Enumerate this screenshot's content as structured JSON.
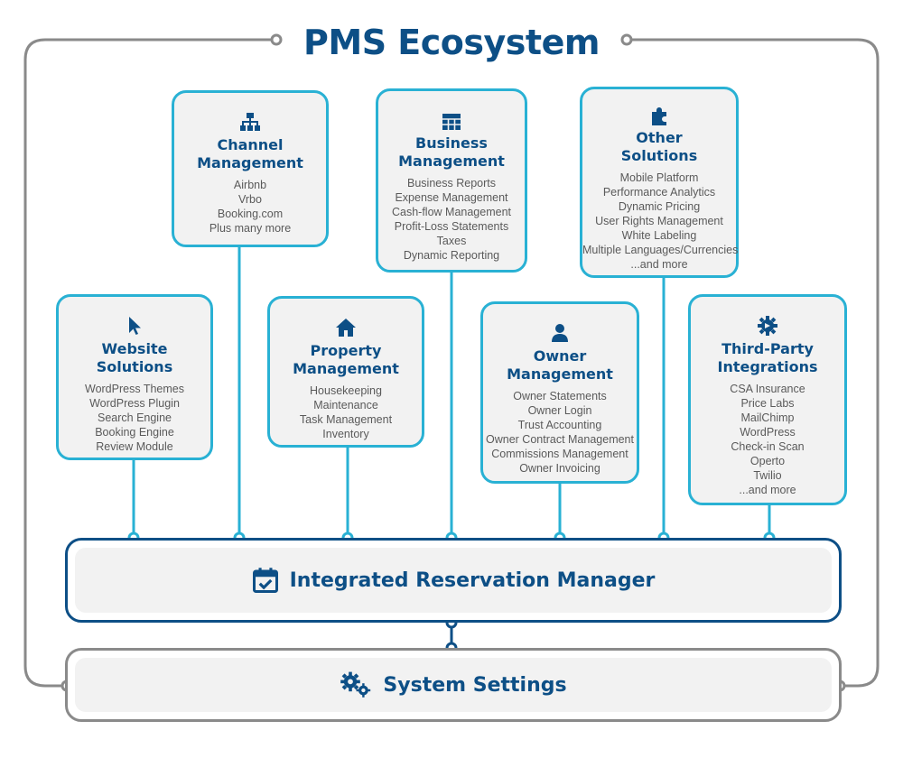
{
  "title": "PMS Ecosystem",
  "colors": {
    "navy": "#0d4f86",
    "cyan": "#29b1d4",
    "gray_outline": "#8a8a8a",
    "card_fill": "#f2f2f2",
    "item_text": "#5a5a5a"
  },
  "cards": {
    "website": {
      "title_line1": "Website",
      "title_line2": "Solutions",
      "icon": "cursor-icon",
      "items": [
        "WordPress Themes",
        "WordPress Plugin",
        "Search Engine",
        "Booking Engine",
        "Review Module"
      ]
    },
    "channel": {
      "title_line1": "Channel",
      "title_line2": "Management",
      "icon": "sitemap-icon",
      "items": [
        "Airbnb",
        "Vrbo",
        "Booking.com",
        "Plus many more"
      ]
    },
    "property": {
      "title_line1": "Property",
      "title_line2": "Management",
      "icon": "home-icon",
      "items": [
        "Housekeeping",
        "Maintenance",
        "Task Management",
        "Inventory"
      ]
    },
    "business": {
      "title_line1": "Business",
      "title_line2": "Management",
      "icon": "table-icon",
      "items": [
        "Business Reports",
        "Expense Management",
        "Cash-flow Management",
        "Profit-Loss Statements",
        "Taxes",
        "Dynamic Reporting"
      ]
    },
    "owner": {
      "title_line1": "Owner",
      "title_line2": "Management",
      "icon": "user-icon",
      "items": [
        "Owner Statements",
        "Owner Login",
        "Trust Accounting",
        "Owner Contract Management",
        "Commissions Management",
        "Owner Invoicing"
      ]
    },
    "other": {
      "title_line1": "Other",
      "title_line2": "Solutions",
      "icon": "puzzle-icon",
      "items": [
        "Mobile Platform",
        "Performance Analytics",
        "Dynamic Pricing",
        "User Rights Management",
        "White Labeling",
        "Multiple Languages/Currencies",
        "...and more"
      ]
    },
    "thirdparty": {
      "title_line1": "Third-Party",
      "title_line2": "Integrations",
      "icon": "integration-gear-icon",
      "items": [
        "CSA Insurance",
        "Price Labs",
        "MailChimp",
        "WordPress",
        "Check-in Scan",
        "Operto",
        "Twilio",
        "...and more"
      ]
    }
  },
  "reservation_manager": {
    "label": "Integrated Reservation Manager",
    "icon": "calendar-check-icon"
  },
  "system_settings": {
    "label": "System Settings",
    "icon": "gears-icon"
  }
}
